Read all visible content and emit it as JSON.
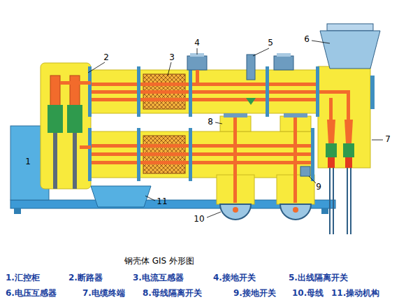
{
  "diagram": {
    "caption": "钢壳体 GIS 外形图",
    "labels": [
      "1",
      "2",
      "3",
      "4",
      "5",
      "6",
      "7",
      "8",
      "9",
      "10",
      "11",
      "1.汇控柜",
      "2.断路器",
      "3.电流互感器",
      "4.接地开关",
      "5.出线隔离开关",
      "6.电压互感器",
      "7.电缆终端",
      "8.母线隔离开关",
      "9.接地开关",
      "10.母线",
      "11.操动机构"
    ]
  }
}
